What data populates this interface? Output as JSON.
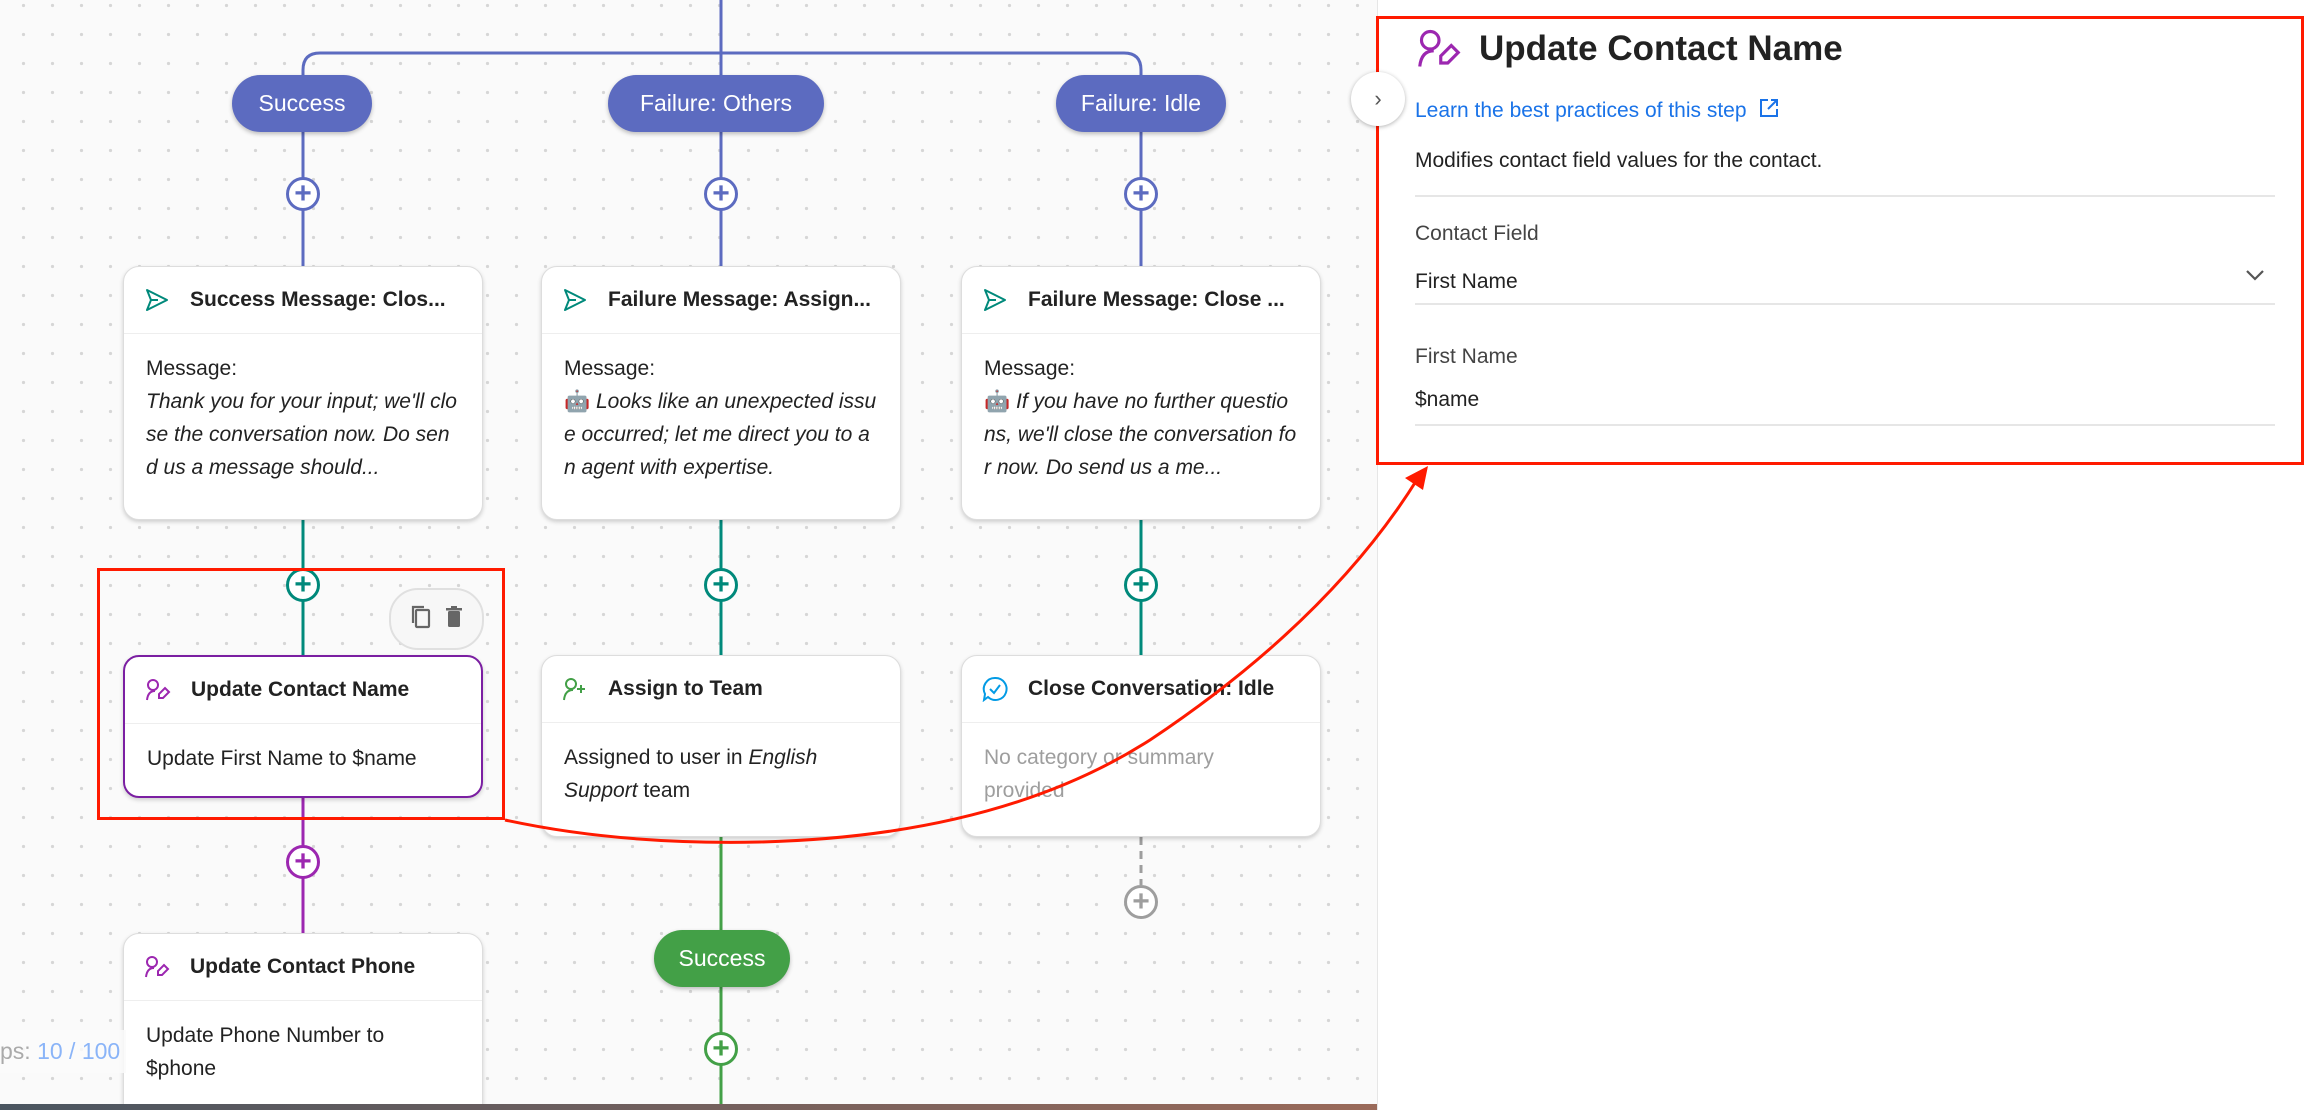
{
  "canvas": {
    "branches": [
      {
        "label": "Success",
        "color": "#5c6bc0"
      },
      {
        "label": "Failure: Others",
        "color": "#5c6bc0"
      },
      {
        "label": "Failure: Idle",
        "color": "#5c6bc0"
      }
    ],
    "cards": {
      "success_message": {
        "title": "Success Message: Clos...",
        "label": "Message:",
        "text": "Thank you for your input; we'll close the conversation now. Do send us a message should..."
      },
      "failure_message_assign": {
        "title": "Failure Message: Assign...",
        "label": "Message:",
        "emoji": "🤖",
        "text": "Looks like an unexpected issue occurred; let me direct you to an agent with expertise."
      },
      "failure_message_close": {
        "title": "Failure Message: Close ...",
        "label": "Message:",
        "emoji": "🤖",
        "text": "If you have no further questions, we'll close the conversation for now. Do send us a me..."
      },
      "update_contact_name": {
        "title": "Update Contact Name",
        "text": "Update First Name to $name"
      },
      "assign_to_team": {
        "title": "Assign to Team",
        "text_pre": "Assigned to user in ",
        "text_em": "English Support",
        "text_post": " team"
      },
      "close_conversation": {
        "title": "Close Conversation: Idle",
        "text": "No category or summary provided"
      },
      "update_contact_phone": {
        "title": "Update Contact Phone",
        "text": "Update Phone Number to $phone"
      }
    },
    "success_pill": "Success",
    "steps": {
      "prefix": "ps: ",
      "value": "10 / 100"
    },
    "colors": {
      "branch": "#5c6bc0",
      "message": "#00897b",
      "contact": "#9c27b0",
      "assign": "#43a047",
      "close": "#039be5",
      "highlight": "#ff1a00"
    }
  },
  "panel": {
    "title": "Update Contact Name",
    "link": "Learn the best practices of this step",
    "description": "Modifies contact field values for the contact.",
    "contact_field_label": "Contact Field",
    "contact_field_value": "First Name",
    "first_name_label": "First Name",
    "first_name_value": "$name"
  }
}
